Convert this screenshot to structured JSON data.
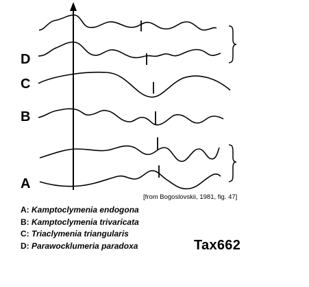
{
  "figure": {
    "row_labels": {
      "D": "D",
      "C": "C",
      "B": "B",
      "A": "A"
    },
    "source_caption": "[from Bogoslovskii, 1981, fig. 47]",
    "tax_id": "Tax662"
  },
  "legend": [
    {
      "key": "A:",
      "name": "Kamptoclymenia endogona"
    },
    {
      "key": "B:",
      "name": "Kamptoclymenia trivaricata"
    },
    {
      "key": "C:",
      "name": "Triaclymenia triangularis"
    },
    {
      "key": "D:",
      "name": "Parawocklumeria paradoxa"
    }
  ]
}
